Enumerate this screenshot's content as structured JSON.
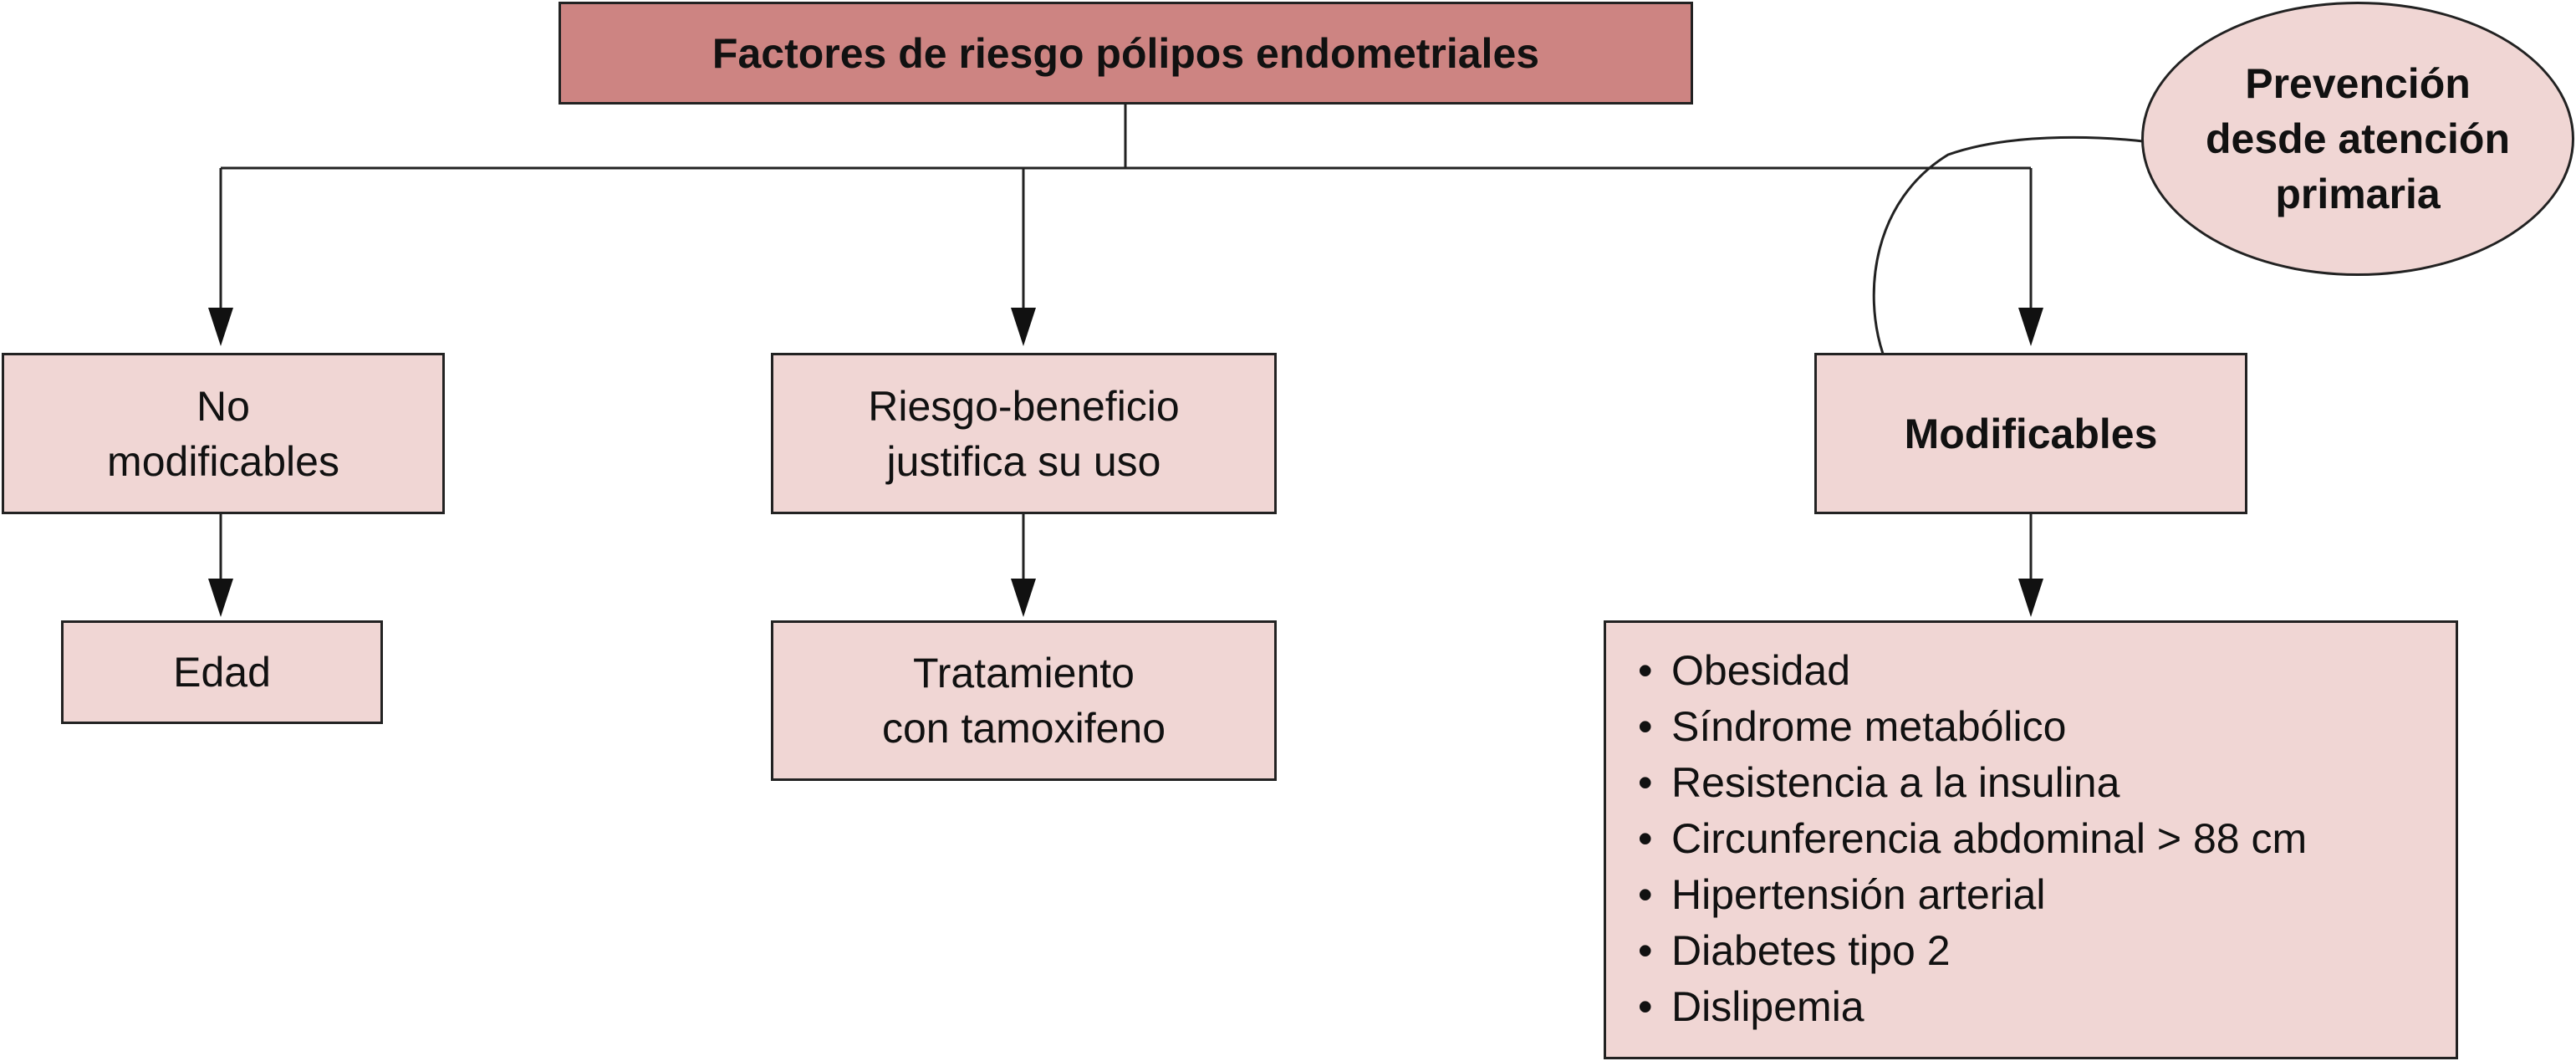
{
  "root": {
    "label": "Factores de riesgo pólipos endometriales"
  },
  "prevention": {
    "label": "Prevención\ndesde atención\nprimaria"
  },
  "branches": [
    {
      "label": "No\nmodificables",
      "child": "Edad"
    },
    {
      "label": "Riesgo-beneficio\njustifica su uso",
      "child": "Tratamiento\ncon tamoxifeno"
    },
    {
      "label": "Modificables",
      "items": [
        "Obesidad",
        "Síndrome metabólico",
        "Resistencia a la insulina",
        "Circunferencia abdominal > 88 cm",
        "Hipertensión arterial",
        "Diabetes tipo 2",
        "Dislipemia"
      ]
    }
  ],
  "colors": {
    "root_fill": "#cd8482",
    "node_fill": "#f0d6d4",
    "stroke": "#222222"
  }
}
